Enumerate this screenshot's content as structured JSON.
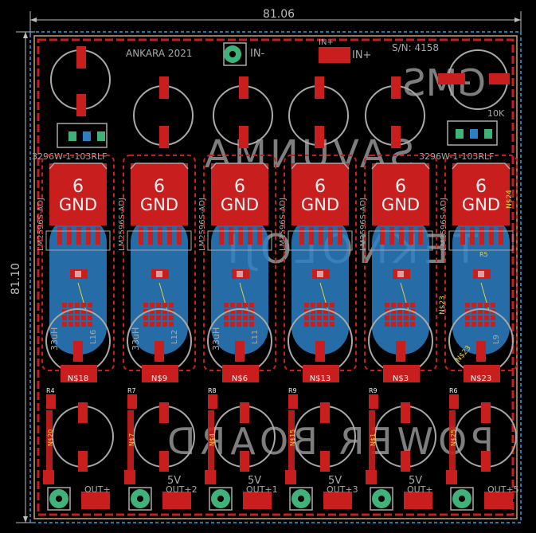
{
  "colors": {
    "background": "#000000",
    "board_outline": "#c8a078",
    "top_copper": "#c81e1e",
    "bottom_copper": "#2d7fc4",
    "silkscreen": "#a9a9a9",
    "pad_green": "#3fb27a",
    "dimension": "#bdbdbd",
    "keepout": "#2aa4e6",
    "label_yellow": "#e6d13a"
  },
  "dimensions": {
    "width": "81.06",
    "height": "81.10"
  },
  "board": {
    "title_text": "ANKARA 2021",
    "serial": "S/N: 4158",
    "in_minus": "IN-",
    "in_plus": "IN+",
    "in_plus_small": "IN+",
    "brand_mirrored": "GMS",
    "savunma_mirrored": "SAVUNMA",
    "teknoloji_mirrored": "TEKNOLOJI",
    "power_board_mirrored": "POWER BOARD",
    "pot_label_left": "3296W-1-103RLF",
    "pot_label_right": "3296W-1-103RLF",
    "pot_value": "10K"
  },
  "channels": [
    {
      "ic": "LM2596S-ADJ",
      "pin": "6",
      "gnd": "GND",
      "inductor": "L16",
      "cap": "33uH",
      "net_bottom": "N$18",
      "resistor": "R4",
      "net_side": "N$20",
      "out_label": "OUT+",
      "voltage": ""
    },
    {
      "ic": "LM2596S-ADJ",
      "pin": "6",
      "gnd": "GND",
      "inductor": "L12",
      "cap": "33uH",
      "net_bottom": "N$9",
      "resistor": "R7",
      "net_side": "N$7",
      "out_label": "OUT+2",
      "voltage": "5V"
    },
    {
      "ic": "LM2596S-ADJ",
      "pin": "6",
      "gnd": "GND",
      "inductor": "L11",
      "cap": "33uH",
      "net_bottom": "N$6",
      "resistor": "R8",
      "net_side": "N$4",
      "out_label": "OUT+1",
      "voltage": "5V"
    },
    {
      "ic": "LM2596S-ADJ",
      "pin": "6",
      "gnd": "GND",
      "inductor": "",
      "cap": "",
      "net_bottom": "N$13",
      "resistor": "R9",
      "net_side": "N$15",
      "out_label": "OUT+3",
      "voltage": "5V"
    },
    {
      "ic": "LM2596S-ADJ",
      "pin": "6",
      "gnd": "GND",
      "inductor": "",
      "cap": "",
      "net_bottom": "N$3",
      "resistor": "R9",
      "net_side": "N$1",
      "out_label": "OUT+",
      "voltage": "5V"
    },
    {
      "ic": "LM2596S-ADJ",
      "pin": "6",
      "gnd": "GND",
      "inductor": "L9",
      "cap": "",
      "net_bottom": "N$23",
      "resistor": "R6",
      "net_side": "N$25",
      "out_label": "OUT+5",
      "voltage": ""
    }
  ],
  "extra_nets": {
    "n24": "N$24",
    "n23a": "N$23",
    "n23b": "N$23",
    "r5": "R5"
  }
}
